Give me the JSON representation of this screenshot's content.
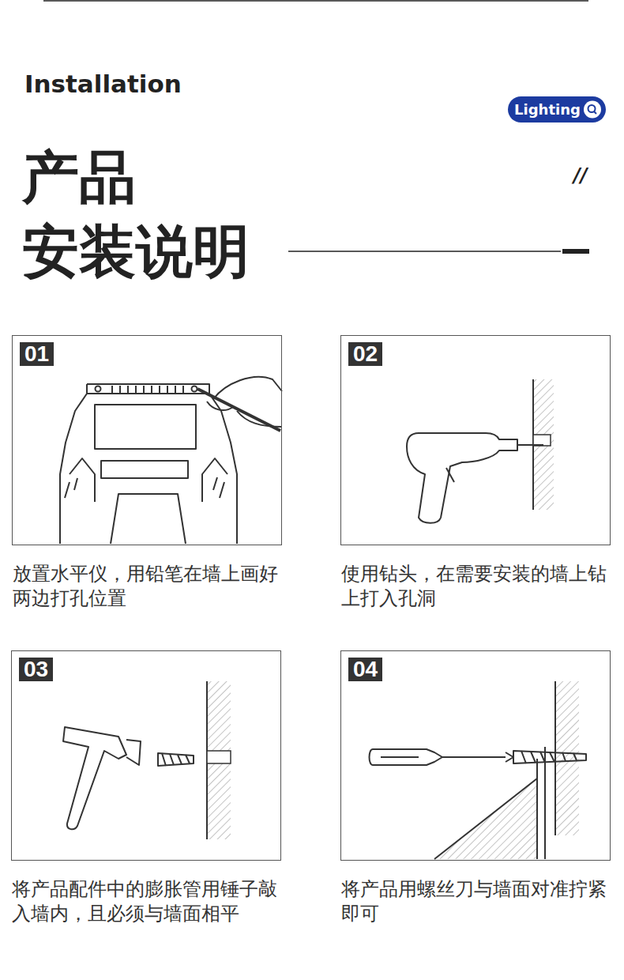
{
  "diagram": {
    "title": "Installation",
    "nodes": [
      {
        "text": [
          "01",
          "放置水平仪，用铅笔在墙上画好两边打孔位置"
        ]
      },
      {
        "text": [
          "02",
          "使用钻头，在需要安装的墙上钻上打入孔洞"
        ]
      },
      {
        "text": [
          "03",
          "将产品配件中的膨胀管用锤子敲入墙内，且必须与墙面相平"
        ]
      },
      {
        "text": [
          "04",
          "将产品用螺丝刀与墙面对准拧紧即可"
        ]
      }
    ],
    "labels": [
      "Lighting",
      "产品",
      "安装说明",
      "//"
    ]
  }
}
